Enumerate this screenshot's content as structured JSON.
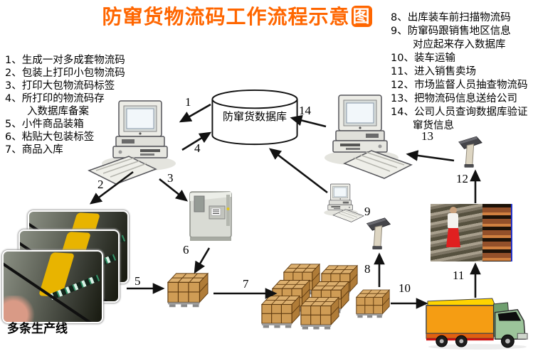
{
  "title": {
    "text": "防窜货物流码工作流程示意",
    "badge": "图"
  },
  "lists": {
    "left": [
      "1、生成一对多成套物流码",
      "2、包装上打印小包物流码",
      "3、打印大包物流码标签",
      "4、所打印的物流码存",
      "入数据库备案",
      "5、小件商品装箱",
      "6、粘贴大包装标签",
      "7、商品入库"
    ],
    "right": [
      "8、出库装车前扫描物流码",
      "9、防窜码跟销售地区信息",
      "对应起来存入数据库",
      "10、装车运输",
      "11、进入销售卖场",
      "12、市场监督人员抽查物流码",
      "13、把物流码信息送给公司",
      "14、公司人员查询数据库验证",
      "窜货信息"
    ]
  },
  "diagram": {
    "database_label": "防窜货数据库",
    "production_line_label": "多条生产线",
    "step_numbers": {
      "s1": "1",
      "s2": "2",
      "s3": "3",
      "s4": "4",
      "s5": "5",
      "s6": "6",
      "s7": "7",
      "s8": "8",
      "s9": "9",
      "s10": "10",
      "s11": "11",
      "s12": "12",
      "s13": "13",
      "s14": "14"
    }
  },
  "colors": {
    "title_accent": "#ff6600",
    "arrow": "#111111",
    "crate_face": "#cf9c55",
    "crate_line": "#5e3a10",
    "truck_body": "#f59d13",
    "truck_trim": "#ffd400",
    "truck_cab": "#9cc49a",
    "market_border": "#2233cc",
    "database_fill": "#ffffff"
  }
}
